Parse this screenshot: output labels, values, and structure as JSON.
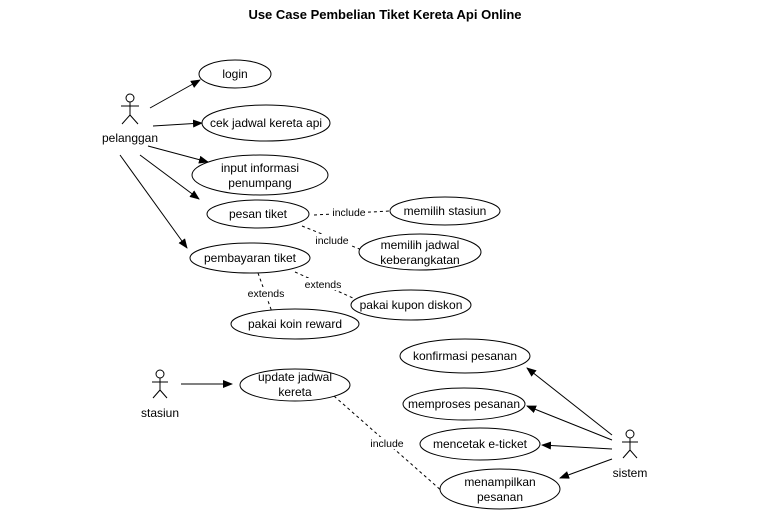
{
  "title": "Use Case Pembelian Tiket Kereta Api Online",
  "actors": {
    "pelanggan": "pelanggan",
    "stasiun": "stasiun",
    "sistem": "sistem"
  },
  "use_cases": {
    "login": [
      "login"
    ],
    "cek_jadwal": [
      "cek jadwal kereta api"
    ],
    "input_informasi": [
      "input informasi",
      "penumpang"
    ],
    "pesan_tiket": [
      "pesan tiket"
    ],
    "memilih_stasiun": [
      "memilih stasiun"
    ],
    "memilih_jadwal": [
      "memilih jadwal",
      "keberangkatan"
    ],
    "pembayaran_tiket": [
      "pembayaran tiket"
    ],
    "pakai_kupon": [
      "pakai kupon diskon"
    ],
    "pakai_koin": [
      "pakai koin reward"
    ],
    "update_jadwal": [
      "update jadwal",
      "kereta"
    ],
    "konfirmasi": [
      "konfirmasi pesanan"
    ],
    "memproses": [
      "memproses pesanan"
    ],
    "mencetak": [
      "mencetak e-ticket"
    ],
    "menampilkan": [
      "menampilkan",
      "pesanan"
    ]
  },
  "relations": {
    "include_stasiun": "include",
    "include_jadwal": "include",
    "extends_kupon": "extends",
    "extends_koin": "extends",
    "include_menampilkan": "include"
  }
}
